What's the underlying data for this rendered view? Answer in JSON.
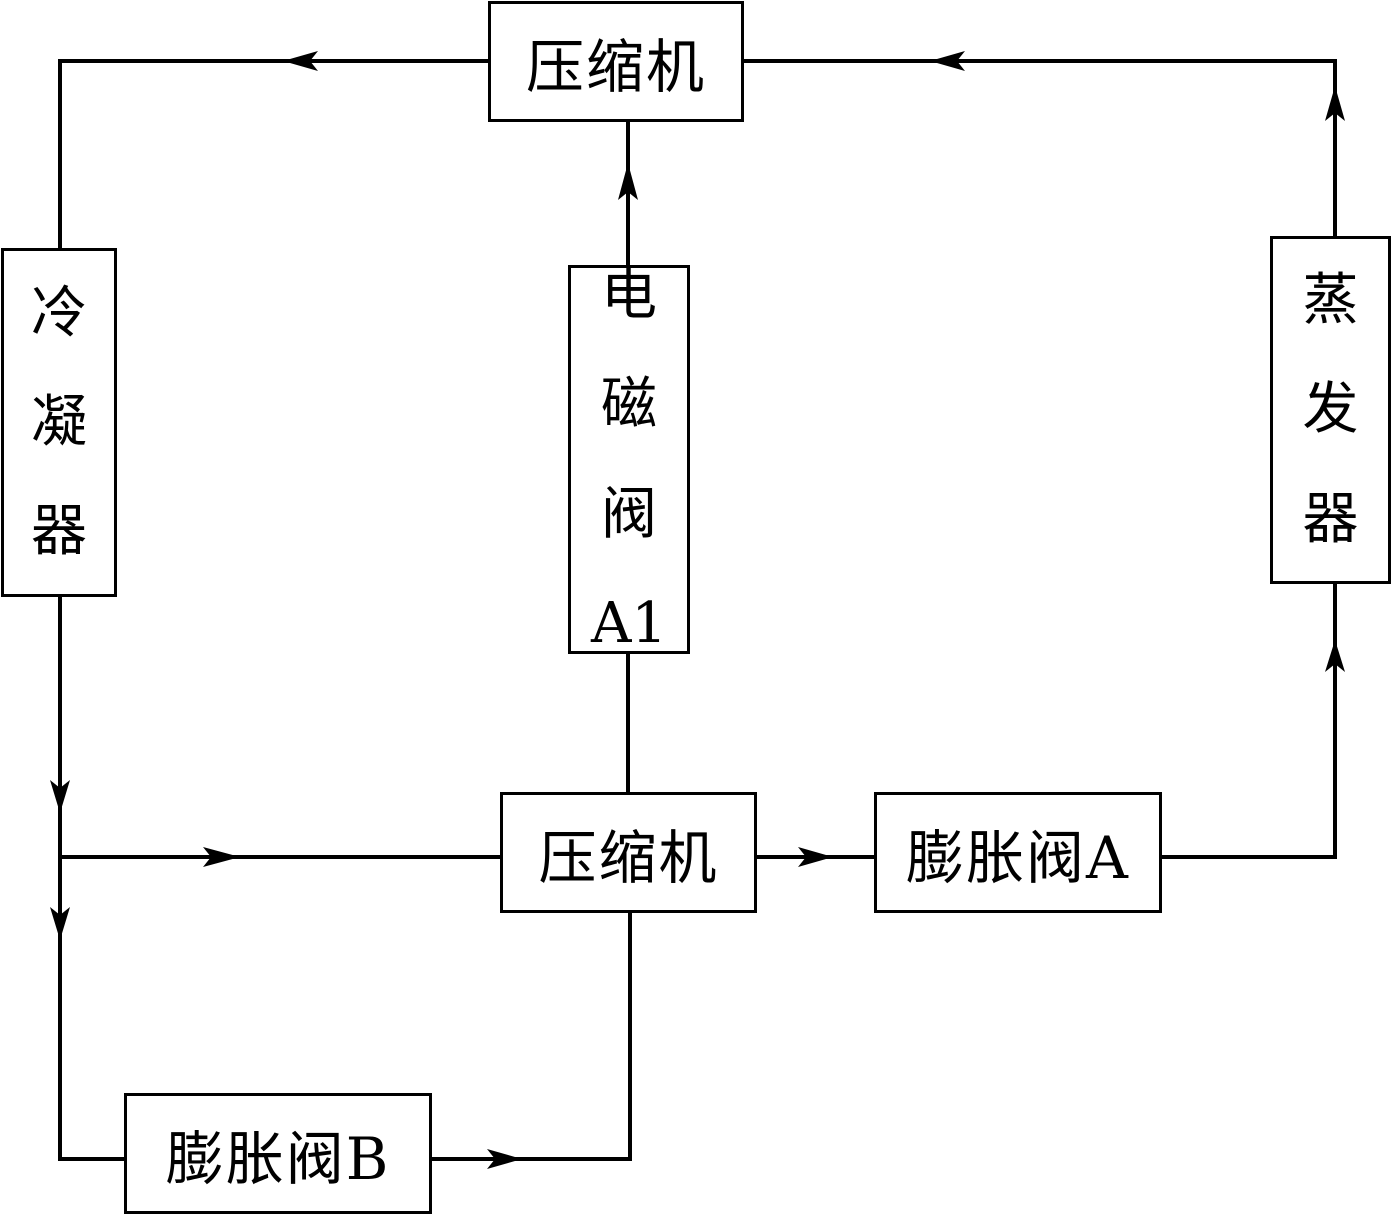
{
  "diagram": {
    "title": "",
    "nodes": {
      "compressor_top": {
        "label": "压缩机"
      },
      "condenser": {
        "chars": [
          "冷",
          "凝",
          "器"
        ]
      },
      "solenoid_valve": {
        "chars": [
          "电",
          "磁",
          "阀",
          "A1"
        ]
      },
      "evaporator": {
        "chars": [
          "蒸",
          "发",
          "器"
        ]
      },
      "compressor_mid": {
        "label": "压缩机"
      },
      "expansion_valve_a": {
        "label": "膨胀阀A"
      },
      "expansion_valve_b": {
        "label": "膨胀阀B"
      }
    },
    "edges": [
      {
        "from": "compressor_top",
        "to": "condenser",
        "direction": "left-then-down"
      },
      {
        "from": "condenser",
        "to": "junction",
        "direction": "down"
      },
      {
        "from": "junction",
        "to": "compressor_mid",
        "direction": "right"
      },
      {
        "from": "junction",
        "to": "expansion_valve_b",
        "direction": "down-then-right"
      },
      {
        "from": "expansion_valve_b",
        "to": "compressor_mid",
        "direction": "right-then-up"
      },
      {
        "from": "compressor_mid",
        "to": "solenoid_valve",
        "direction": "up"
      },
      {
        "from": "solenoid_valve",
        "to": "compressor_top",
        "direction": "up"
      },
      {
        "from": "compressor_mid",
        "to": "expansion_valve_a",
        "direction": "right"
      },
      {
        "from": "expansion_valve_a",
        "to": "evaporator",
        "direction": "right-then-up"
      },
      {
        "from": "evaporator",
        "to": "compressor_top",
        "direction": "up-then-left"
      }
    ],
    "colors": {
      "line": "#000000",
      "background": "#ffffff"
    }
  }
}
